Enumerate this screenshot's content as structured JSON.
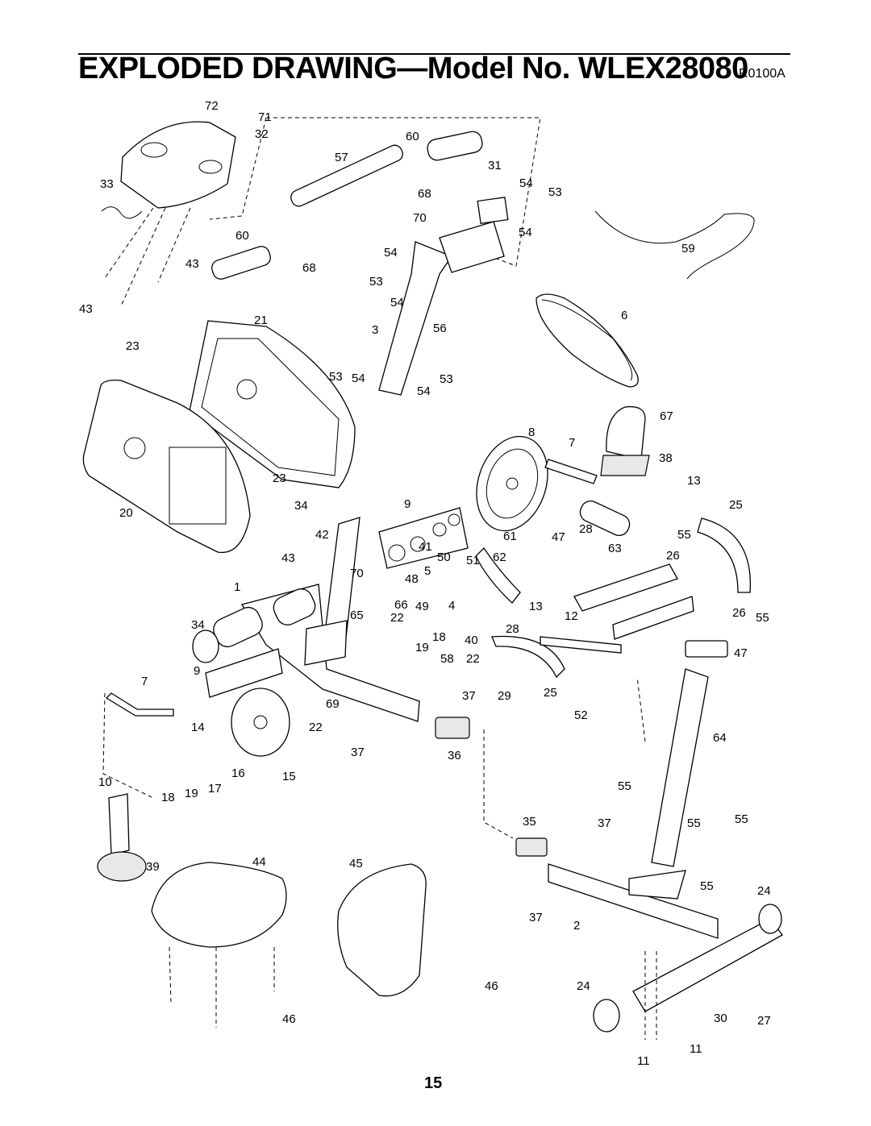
{
  "page": {
    "title": "EXPLODED DRAWING—Model No. WLEX28080",
    "revision_code": "R0100A",
    "page_number": "15"
  },
  "callouts": [
    "72",
    "71",
    "32",
    "33",
    "43",
    "43",
    "60",
    "57",
    "68",
    "60",
    "68",
    "31",
    "54",
    "53",
    "70",
    "54",
    "59",
    "54",
    "53",
    "54",
    "21",
    "3",
    "56",
    "23",
    "53",
    "54",
    "53",
    "54",
    "6",
    "67",
    "8",
    "7",
    "38",
    "13",
    "25",
    "23",
    "20",
    "34",
    "9",
    "42",
    "61",
    "47",
    "28",
    "55",
    "43",
    "41",
    "50",
    "51",
    "62",
    "63",
    "26",
    "1",
    "70",
    "48",
    "5",
    "66",
    "49",
    "4",
    "13",
    "12",
    "26",
    "55",
    "65",
    "22",
    "34",
    "19",
    "18",
    "40",
    "28",
    "58",
    "22",
    "47",
    "9",
    "7",
    "69",
    "37",
    "29",
    "25",
    "52",
    "64",
    "14",
    "22",
    "37",
    "36",
    "16",
    "15",
    "10",
    "18",
    "19",
    "17",
    "55",
    "35",
    "37",
    "55",
    "55",
    "39",
    "44",
    "45",
    "55",
    "24",
    "37",
    "2",
    "46",
    "24",
    "46",
    "30",
    "27",
    "11",
    "11"
  ]
}
